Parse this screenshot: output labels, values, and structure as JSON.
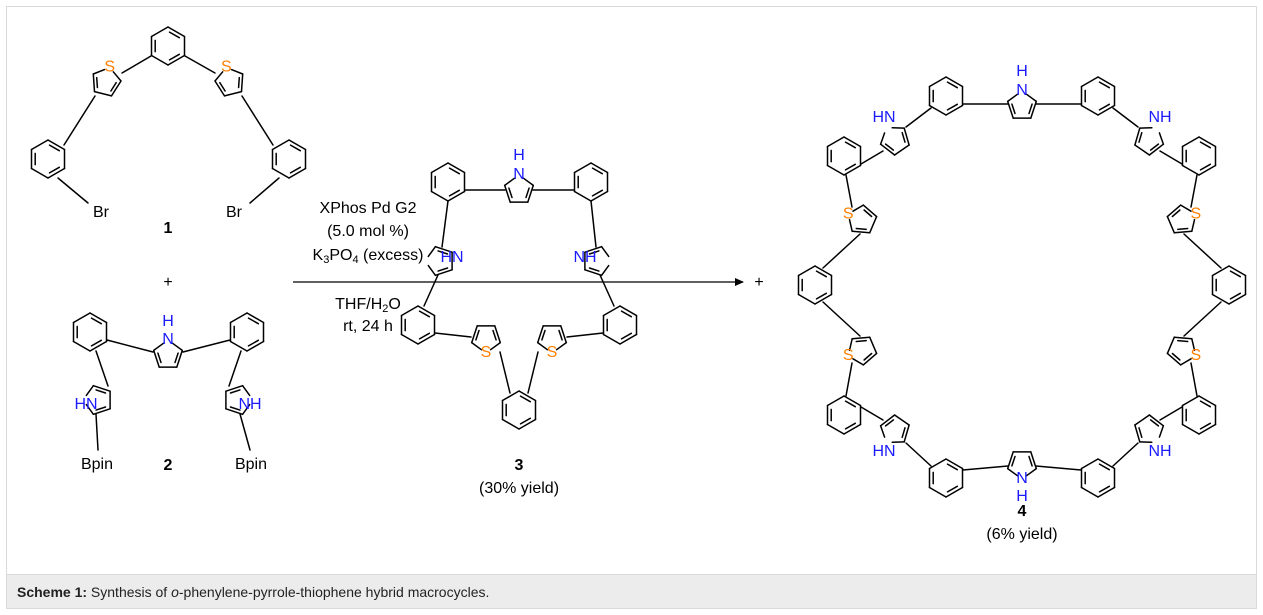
{
  "caption": {
    "label": "Scheme 1:",
    "text_pre": " Synthesis of ",
    "text_italic": "o",
    "text_post": "-phenylene-pyrrole-thiophene hybrid macrocycles."
  },
  "compounds": {
    "c1": {
      "number": "1",
      "substituent": "Br"
    },
    "c2": {
      "number": "2",
      "substituent": "Bpin"
    },
    "c3": {
      "number": "3",
      "yield": "(30% yield)"
    },
    "c4": {
      "number": "4",
      "yield": "(6% yield)"
    }
  },
  "conditions": {
    "catalyst": "XPhos Pd G2",
    "loading": "(5.0 mol %)",
    "base_main": "K",
    "base_sub1": "3",
    "base_mid": "PO",
    "base_sub2": "4",
    "base_tail": " (excess)",
    "solvent_main": "THF/H",
    "solvent_sub": "2",
    "solvent_tail": "O",
    "time": "rt, 24 h"
  },
  "symbols": {
    "plus": "+",
    "sulfur": "S",
    "nh": "NH",
    "hn": "HN",
    "n": "N",
    "h": "H"
  },
  "colors": {
    "sulfur": "#ff7f00",
    "nitrogen": "#1a1aff",
    "caption_bg": "#ececec"
  }
}
